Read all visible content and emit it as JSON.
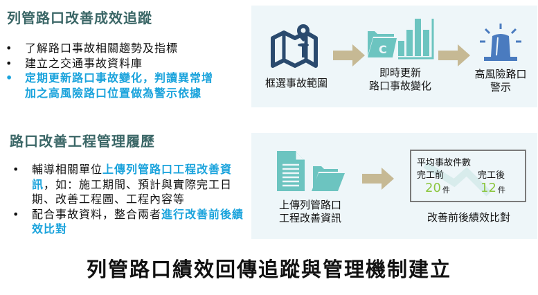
{
  "section1": {
    "title": "列管路口改善成效追蹤",
    "bullets": [
      {
        "text": "了解路口事故相關趨勢及指標"
      },
      {
        "text": "建立之交通事故資料庫"
      },
      {
        "line1": "定期更新路口事故變化，判讀異常增",
        "line2": "加之高風險路口位置做為警示依據"
      }
    ],
    "flow": [
      {
        "icon": "map-pin-icon",
        "label": "框選事故範圍"
      },
      {
        "icon": "folder-chart-icon",
        "line1": "即時更新",
        "line2": "路口事故變化"
      },
      {
        "icon": "siren-icon",
        "line1": "高風險路口",
        "line2": "警示"
      }
    ]
  },
  "section2": {
    "title": "路口改善工程管理履歷",
    "bullet1": {
      "a": "輔導相關單位",
      "b": "上傳列管路口工程改善",
      "c": "資訊",
      "d": "，如：施工期間、預計與實際完",
      "e": "工日期、改善工程圖、工程內容等"
    },
    "bullet2": {
      "a": "配合事故資料，整合兩者",
      "b": "進行改善前",
      "c": "後績效比對"
    },
    "flow": [
      {
        "icon": "document-folder-icon",
        "line1": "上傳列管路口",
        "line2": "工程改善資訊"
      },
      {
        "label": "改善前後績效比對"
      }
    ],
    "compare": {
      "title": "平均事故件數",
      "before_label": "完工前",
      "after_label": "完工後",
      "before_value": "20",
      "after_value": "12",
      "unit": "件"
    }
  },
  "footer": "列管路口績效回傳追蹤與管理機制建立",
  "colors": {
    "heading": "#3a6666",
    "highlight": "#1aa3dc",
    "navy": "#2a4a6e",
    "teal": "#6cc4c0",
    "arrow": "#c6b994",
    "number": "#8cc63f"
  }
}
